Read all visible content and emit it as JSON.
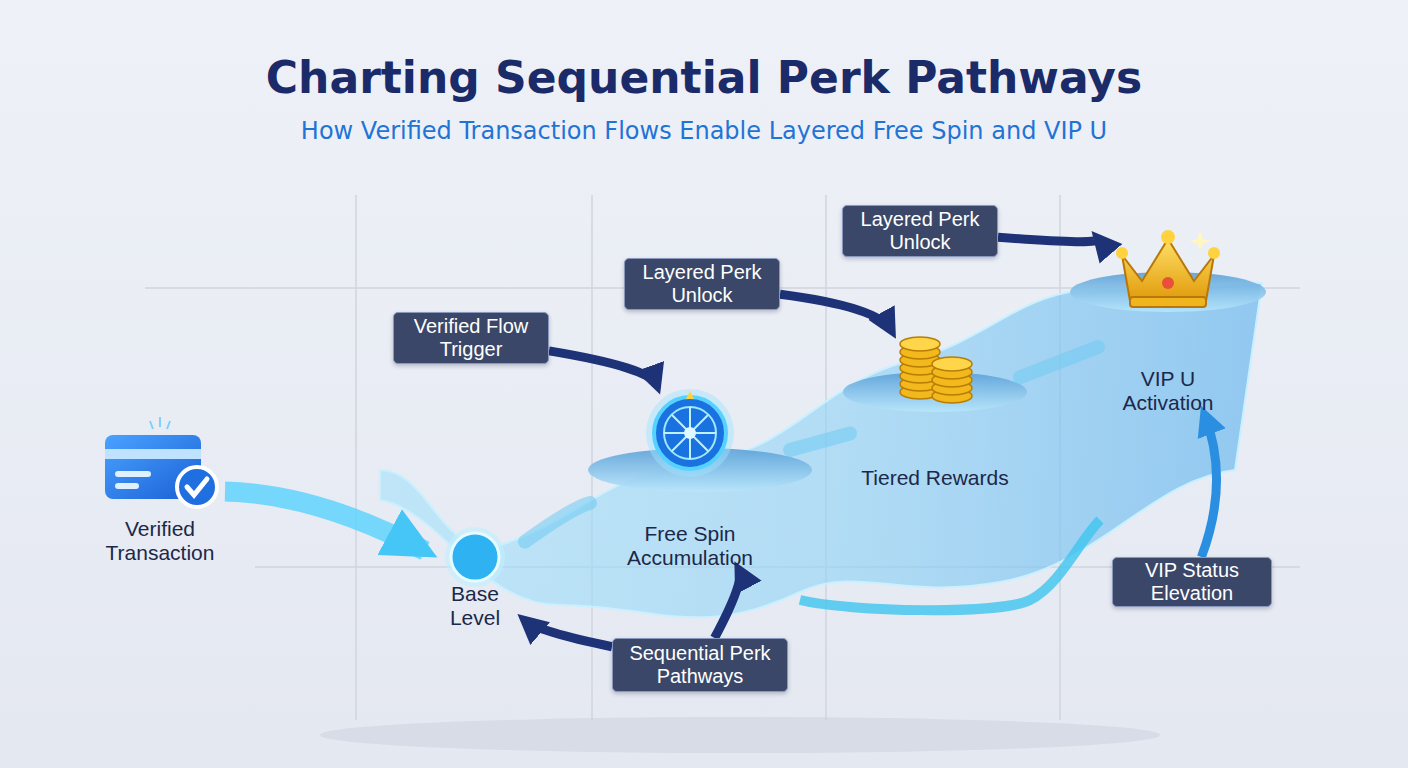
{
  "diagram": {
    "title": "Charting Sequential Perk Pathways",
    "nodes": [
      {
        "text": [
          "Verified Transaction"
        ]
      },
      {
        "text": [
          "Verified Flow Trigger"
        ]
      },
      {
        "text": [
          "Base Level"
        ]
      },
      {
        "text": [
          "Layered Perk Unlock"
        ]
      },
      {
        "text": [
          "Free Spin Accumulation"
        ]
      },
      {
        "text": [
          "Layered Perk Unlock"
        ]
      },
      {
        "text": [
          "Tiered Rewards"
        ]
      },
      {
        "text": [
          "VIP U Activation"
        ]
      },
      {
        "text": [
          "VIP Status Elevation"
        ]
      },
      {
        "text": [
          "Sequential Perk Pathways"
        ]
      }
    ],
    "edges": [
      {
        "from": 0,
        "to": 2,
        "arrow": "to"
      },
      {
        "from": 1,
        "to": 4,
        "arrow": "to"
      },
      {
        "from": 3,
        "to": 6,
        "arrow": "to"
      },
      {
        "from": 5,
        "to": 7,
        "arrow": "to"
      },
      {
        "from": 2,
        "to": 4,
        "arrow": "none"
      },
      {
        "from": 4,
        "to": 6,
        "arrow": "none"
      },
      {
        "from": 6,
        "to": 7,
        "arrow": "none"
      },
      {
        "from": 9,
        "to": 2,
        "arrow": "to"
      },
      {
        "from": 9,
        "to": 4,
        "arrow": "to"
      },
      {
        "from": 8,
        "to": 7,
        "arrow": "to"
      }
    ],
    "labels": [
      "How Verified Transaction Flows Enable Layered Free Spin and VIP U"
    ]
  }
}
